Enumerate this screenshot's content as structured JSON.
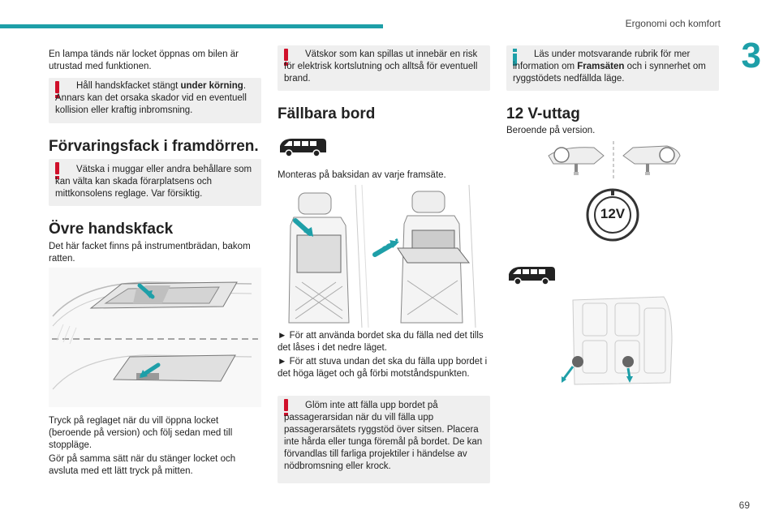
{
  "header": {
    "section_title": "Ergonomi och komfort",
    "chapter_number": "3",
    "page_number": "69"
  },
  "col1": {
    "intro": "En lampa tänds när locket öppnas om bilen är utrustad med funktionen.",
    "warning1": {
      "bold_before": "Håll handskfacket stängt ",
      "bold": "under körning",
      "after": ". Annars kan det orsaka skador vid en eventuell kollision eller kraftig inbromsning."
    },
    "heading1": "Förvaringsfack i framdörren.",
    "warning2": "Vätska i muggar eller andra behållare som kan välta kan skada förarplatsens och mittkonsolens reglage. Var försiktig.",
    "heading2": "Övre handskfack",
    "para1": "Det här facket finns på instrumentbrädan, bakom ratten.",
    "para2": "Tryck på reglaget när du vill öppna locket (beroende på version) och följ sedan med till stoppläge.",
    "para3": "Gör på samma sätt när du stänger locket och avsluta med ett lätt tryck på mitten."
  },
  "col2": {
    "warning1": "Vätskor som kan spillas ut innebär en risk för elektrisk kortslutning och alltså för eventuell brand.",
    "heading1": "Fällbara bord",
    "para1": "Monteras på baksidan av varje framsäte.",
    "step1": "► För att använda bordet ska du fälla ned det tills det låses i det nedre läget.",
    "step2": "► För att stuva undan det ska du fälla upp bordet i det höga läget och gå förbi motståndspunkten.",
    "warning2": "Glöm inte att fälla upp bordet på passagerarsidan när du vill fälla upp passagerarsätets ryggstöd över sitsen. Placera inte hårda eller tunga föremål på bordet. De kan förvandlas till farliga projektiler i händelse av nödbromsning eller krock."
  },
  "col3": {
    "info": {
      "before": "Läs under motsvarande rubrik för mer information om ",
      "bold": "Framsäten",
      "after": " och i synnerhet om ryggstödets nedfällda läge."
    },
    "heading1": "12 V-uttag",
    "para1": "Beroende på version.",
    "socket_label": "12V"
  }
}
